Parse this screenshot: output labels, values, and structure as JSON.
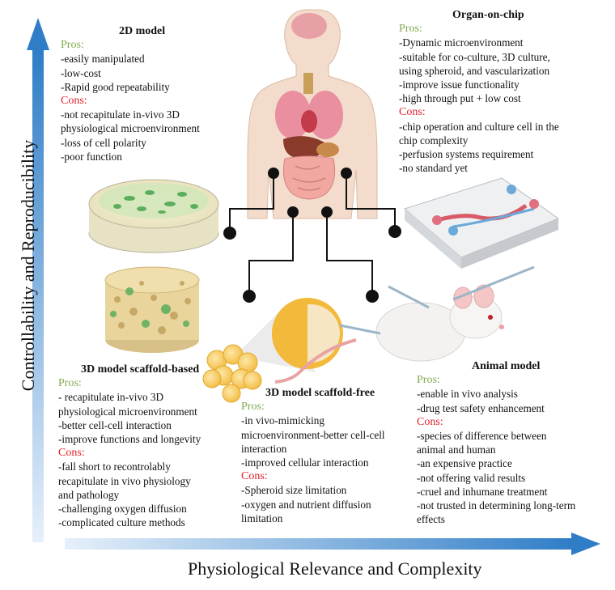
{
  "axes": {
    "y_label": "Controllability and Reproducibility",
    "x_label": "Physiological Relevance and Complexity"
  },
  "pros_label": "Pros:",
  "cons_label": "Cons:",
  "models": {
    "model_2d": {
      "title": "2D model",
      "pros": [
        "-easily manipulated",
        "-low-cost",
        "-Rapid good repeatability"
      ],
      "cons": [
        "-not recapitulate in-vivo 3D",
        "physiological microenvironment",
        "-loss of cell polarity",
        "-poor function"
      ]
    },
    "organ_on_chip": {
      "title": "Organ-on-chip",
      "pros": [
        "-Dynamic microenvironment",
        "-suitable for co-culture, 3D culture,",
        "using spheroid, and vascularization",
        "-improve issue functionality",
        "-high through put + low cost"
      ],
      "cons": [
        "-chip operation and culture cell in the",
        "chip complexity",
        "-perfusion systems requirement",
        "-no standard yet"
      ]
    },
    "scaffold_based": {
      "title": "3D model scaffold-based",
      "pros": [
        "- recapitulate in-vivo 3D",
        "physiological microenvironment",
        "-better cell-cell interaction",
        "-improve functions and longevity"
      ],
      "cons": [
        "-fall short to recontrolably",
        "recapitulate in vivo physiology",
        "and pathology",
        "-challenging oxygen diffusion",
        "-complicated culture methods"
      ]
    },
    "scaffold_free": {
      "title": "3D model scaffold-free",
      "pros": [
        "-in vivo-mimicking",
        "microenvironment-better cell-cell",
        "interaction",
        "-improved cellular interaction"
      ],
      "cons": [
        "-Spheroid size limitation",
        "-oxygen and nutrient diffusion",
        "limitation"
      ]
    },
    "animal": {
      "title": "Animal model",
      "pros": [
        "-enable in vivo analysis",
        "-drug test safety enhancement"
      ],
      "cons": [
        "-species of difference between",
        "animal and human",
        "-an expensive practice",
        "-not offering valid results",
        "-cruel and inhumane treatment",
        "-not trusted in determining long-term",
        "effects"
      ]
    }
  },
  "colors": {
    "axis_gradient_start": "#d6e6f5",
    "axis_gradient_end": "#2f7dc7",
    "pros": "#7fa94e",
    "cons": "#e0202a",
    "connector": "#111111"
  }
}
